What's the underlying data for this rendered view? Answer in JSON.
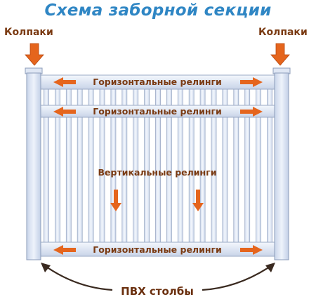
{
  "diagram": {
    "title": "Схема заборной секции",
    "caps_label_left": "Колпаки",
    "caps_label_right": "Колпаки",
    "horizontal_rail_top": "Горизонтальные релинги",
    "horizontal_rail_middle": "Горизонтальные релинги",
    "horizontal_rail_bottom": "Горизонтальные релинги",
    "vertical_rails": "Вертикальные релинги",
    "posts_label": "ПВХ столбы"
  },
  "colors": {
    "title": "#2f86c4",
    "arrow": "#e5651d",
    "label": "#7a3a12",
    "fence_fill": "#e4ebf6",
    "fence_stroke": "#9aa9c4"
  },
  "icons": [
    "arrow-down-icon",
    "arrow-left-icon",
    "arrow-right-icon",
    "curved-arrow-icon"
  ]
}
